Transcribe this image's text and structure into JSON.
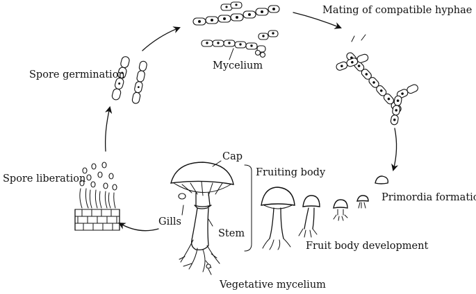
{
  "diagram": {
    "labels": {
      "mycelium": "Mycelium",
      "mating": "Mating of compatible hyphae",
      "spore_germination": "Spore germination",
      "spore_liberation": "Spore liberation",
      "cap": "Cap",
      "gills": "Gills",
      "stem": "Stem",
      "vegetative_mycelium": "Vegetative mycelium",
      "fruiting_body": "Fruiting body",
      "primordia_formation": "Primordia formation",
      "fruit_body_development": "Fruit body development"
    }
  }
}
